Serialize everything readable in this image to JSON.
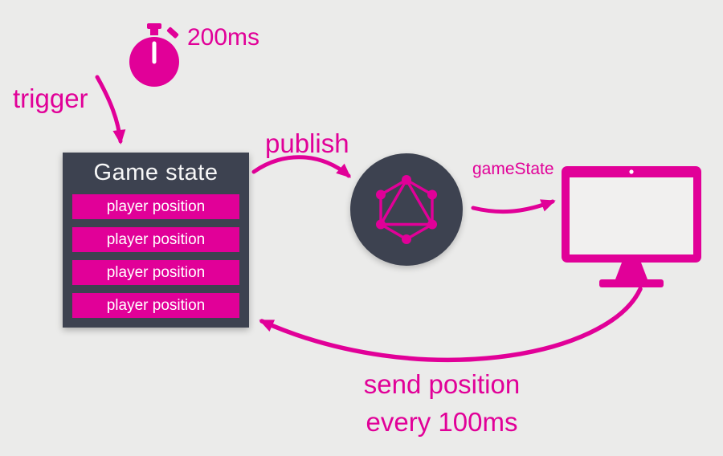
{
  "colors": {
    "accent": "#e10098",
    "dark": "#3d4250",
    "bg": "#ebebea"
  },
  "timer": {
    "icon": "stopwatch-icon",
    "label": "200ms"
  },
  "labels": {
    "trigger": "trigger",
    "publish": "publish",
    "game_state_event": "gameState",
    "return_line1": "send position",
    "return_line2": "every 100ms"
  },
  "game_state_box": {
    "title": "Game state",
    "rows": [
      "player position",
      "player position",
      "player position",
      "player position"
    ]
  },
  "icons": {
    "stopwatch": "stopwatch-icon",
    "graphql_logo": "graphql-logo-icon",
    "monitor": "monitor-icon"
  }
}
